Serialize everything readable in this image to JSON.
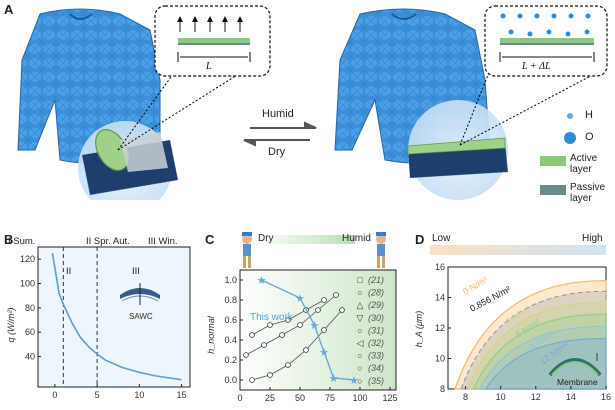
{
  "panels": {
    "A": {
      "letter": "A",
      "left_dim": "L",
      "right_dim": "L + ΔL",
      "arrow_top": "Humid",
      "arrow_bottom": "Dry",
      "legend": {
        "h": "H",
        "o": "O",
        "active": "Active layer",
        "passive": "Passive layer"
      },
      "colors": {
        "jacket": "#3a8fd8",
        "active": "#8cc97a",
        "passive": "#6d8a8a"
      }
    },
    "B": {
      "letter": "B",
      "seasons": [
        "I Sum.",
        "II",
        "II Spr. Aut.",
        "III",
        "III Win."
      ],
      "inset_label": "SAWC",
      "chart_data": {
        "type": "line",
        "ylabel": "q (W/m²)",
        "xlim": [
          -2,
          16
        ],
        "ylim": [
          15,
          130
        ],
        "x_ticks": [
          0,
          5,
          10,
          15
        ],
        "y_ticks": [
          40,
          60,
          80,
          100,
          120
        ],
        "series": [
          {
            "x": [
              -0.3,
              0.5,
              1,
              2,
              3,
              4,
              5,
              6,
              8,
              10,
              12,
              15
            ],
            "y": [
              125,
              92,
              83,
              68,
              56,
              48,
              42,
              37,
              31,
              27,
              24,
              21
            ]
          }
        ],
        "dashed_lines_x": [
          1,
          5
        ]
      }
    },
    "C": {
      "letter": "C",
      "top_left": "Dry",
      "top_right": "Humid",
      "annotation": "This work",
      "refs": [
        "(21)",
        "(28)",
        "(29)",
        "(30)",
        "(31)",
        "(32)",
        "(33)",
        "(34)",
        "(35)"
      ],
      "ref_markers": [
        "□",
        "○",
        "△",
        "▽",
        "○",
        "◁",
        "○",
        "○",
        "○"
      ],
      "chart_data": {
        "type": "scatter",
        "ylabel": "h_normal",
        "xlim": [
          0,
          130
        ],
        "ylim": [
          -0.1,
          1.1
        ],
        "x_ticks": [
          0,
          25,
          50,
          75,
          100,
          125
        ],
        "y_ticks": [
          0.0,
          0.2,
          0.4,
          0.6,
          0.8,
          1.0
        ],
        "series": [
          {
            "name": "This work",
            "x": [
              18,
              50,
              62,
              70,
              78,
              95
            ],
            "y": [
              1.0,
              0.82,
              0.55,
              0.28,
              0.02,
              0.0
            ]
          },
          {
            "name": "(21)",
            "x": [
              10,
              25,
              40,
              55,
              70,
              85
            ],
            "y": [
              0.0,
              0.05,
              0.15,
              0.3,
              0.5,
              0.7
            ]
          },
          {
            "name": "(30)",
            "x": [
              5,
              20,
              35,
              50,
              65,
              80
            ],
            "y": [
              0.25,
              0.35,
              0.45,
              0.55,
              0.7,
              0.85
            ]
          },
          {
            "name": "(32)",
            "x": [
              10,
              25,
              40,
              55,
              70
            ],
            "y": [
              0.45,
              0.55,
              0.6,
              0.7,
              0.8
            ]
          }
        ]
      }
    },
    "D": {
      "letter": "D",
      "top_left": "Low",
      "top_right": "High",
      "ylabel": "h_A (μm)",
      "curve_labels": [
        "0 N/m²",
        "0.856 N/m²",
        "3 N/m²",
        "6 N/m²",
        "9 N/m²",
        "12 N/m²"
      ],
      "inset_label": "Membrane",
      "chart_data": {
        "type": "area",
        "xlim": [
          7,
          16
        ],
        "ylim": [
          8,
          16
        ],
        "x_ticks": [
          8,
          10,
          12,
          14,
          16
        ],
        "y_ticks": [
          8,
          10,
          12,
          14,
          16
        ]
      }
    }
  }
}
